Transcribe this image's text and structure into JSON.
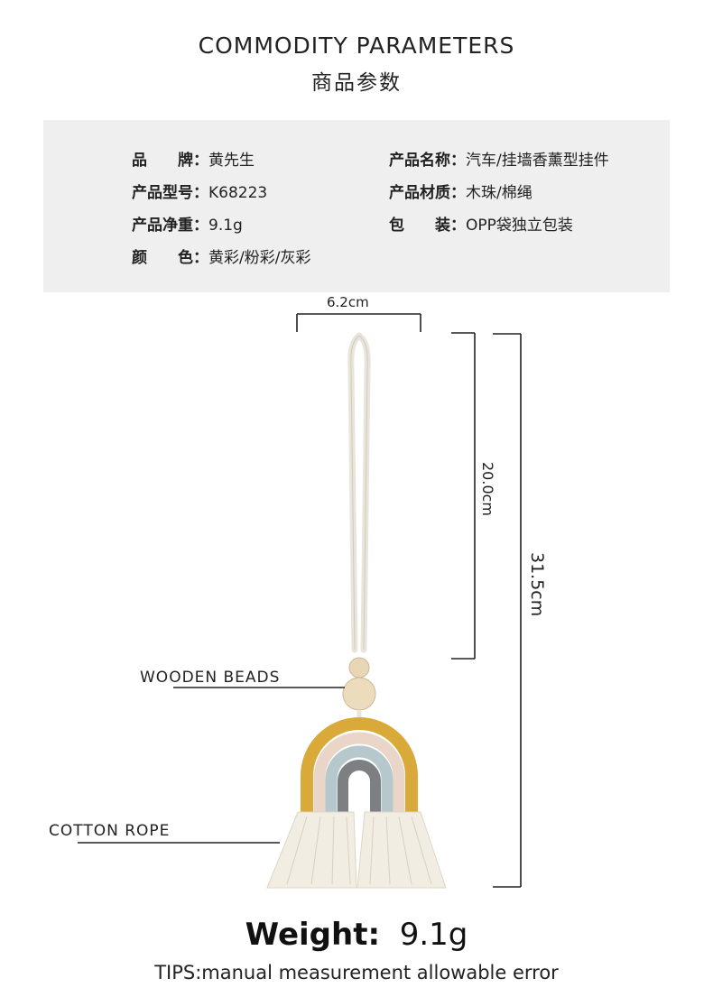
{
  "header": {
    "title_en": "COMMODITY PARAMETERS",
    "title_zh": "商品参数"
  },
  "params": {
    "brand_label": "品　　牌：",
    "brand_value": "黄先生",
    "name_label": "产品名称：",
    "name_value": "汽车/挂墙香薰型挂件",
    "model_label": "产品型号：",
    "model_value": "K68223",
    "material_label": "产品材质：",
    "material_value": "木珠/棉绳",
    "weight_label": "产品净重：",
    "weight_value": "9.1g",
    "package_label": "包　　装：",
    "package_value": "OPP袋独立包装",
    "color_label": "颜　　色：",
    "color_value": "黄彩/粉彩/灰彩"
  },
  "dimensions": {
    "width": "6.2cm",
    "loop_length": "20.0cm",
    "total_length": "31.5cm"
  },
  "callouts": {
    "beads": "WOODEN BEADS",
    "rope": "COTTON ROPE"
  },
  "footer": {
    "weight_label": "Weight:",
    "weight_value": "9.1g",
    "tips": "TIPS:manual measurement allowable error"
  },
  "colors": {
    "mustard": "#d9a93a",
    "pink": "#e9d6c8",
    "blue": "#b7c8cc",
    "gray": "#7c8082",
    "rope": "#f1ede3",
    "bead": "#e6d3b3"
  }
}
